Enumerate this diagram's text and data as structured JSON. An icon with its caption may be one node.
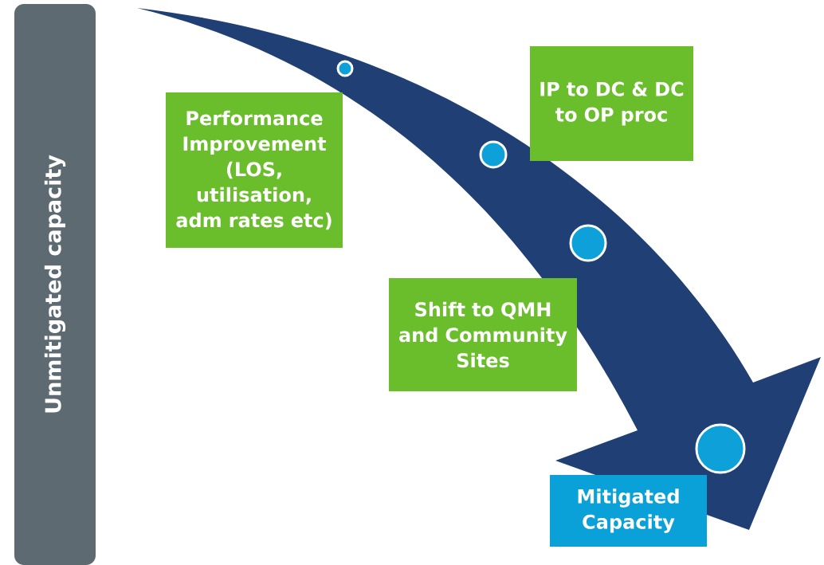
{
  "diagram": {
    "nodes": [
      {
        "text": [
          "Unmitigated capacity"
        ]
      },
      {
        "text": [
          "Performance Improvement (LOS, utilisation, adm rates etc)"
        ]
      },
      {
        "text": [
          "IP to DC & DC to OP proc"
        ]
      },
      {
        "text": [
          "Shift to QMH and Community Sites"
        ]
      },
      {
        "text": [
          "Mitigated Capacity"
        ]
      }
    ]
  }
}
